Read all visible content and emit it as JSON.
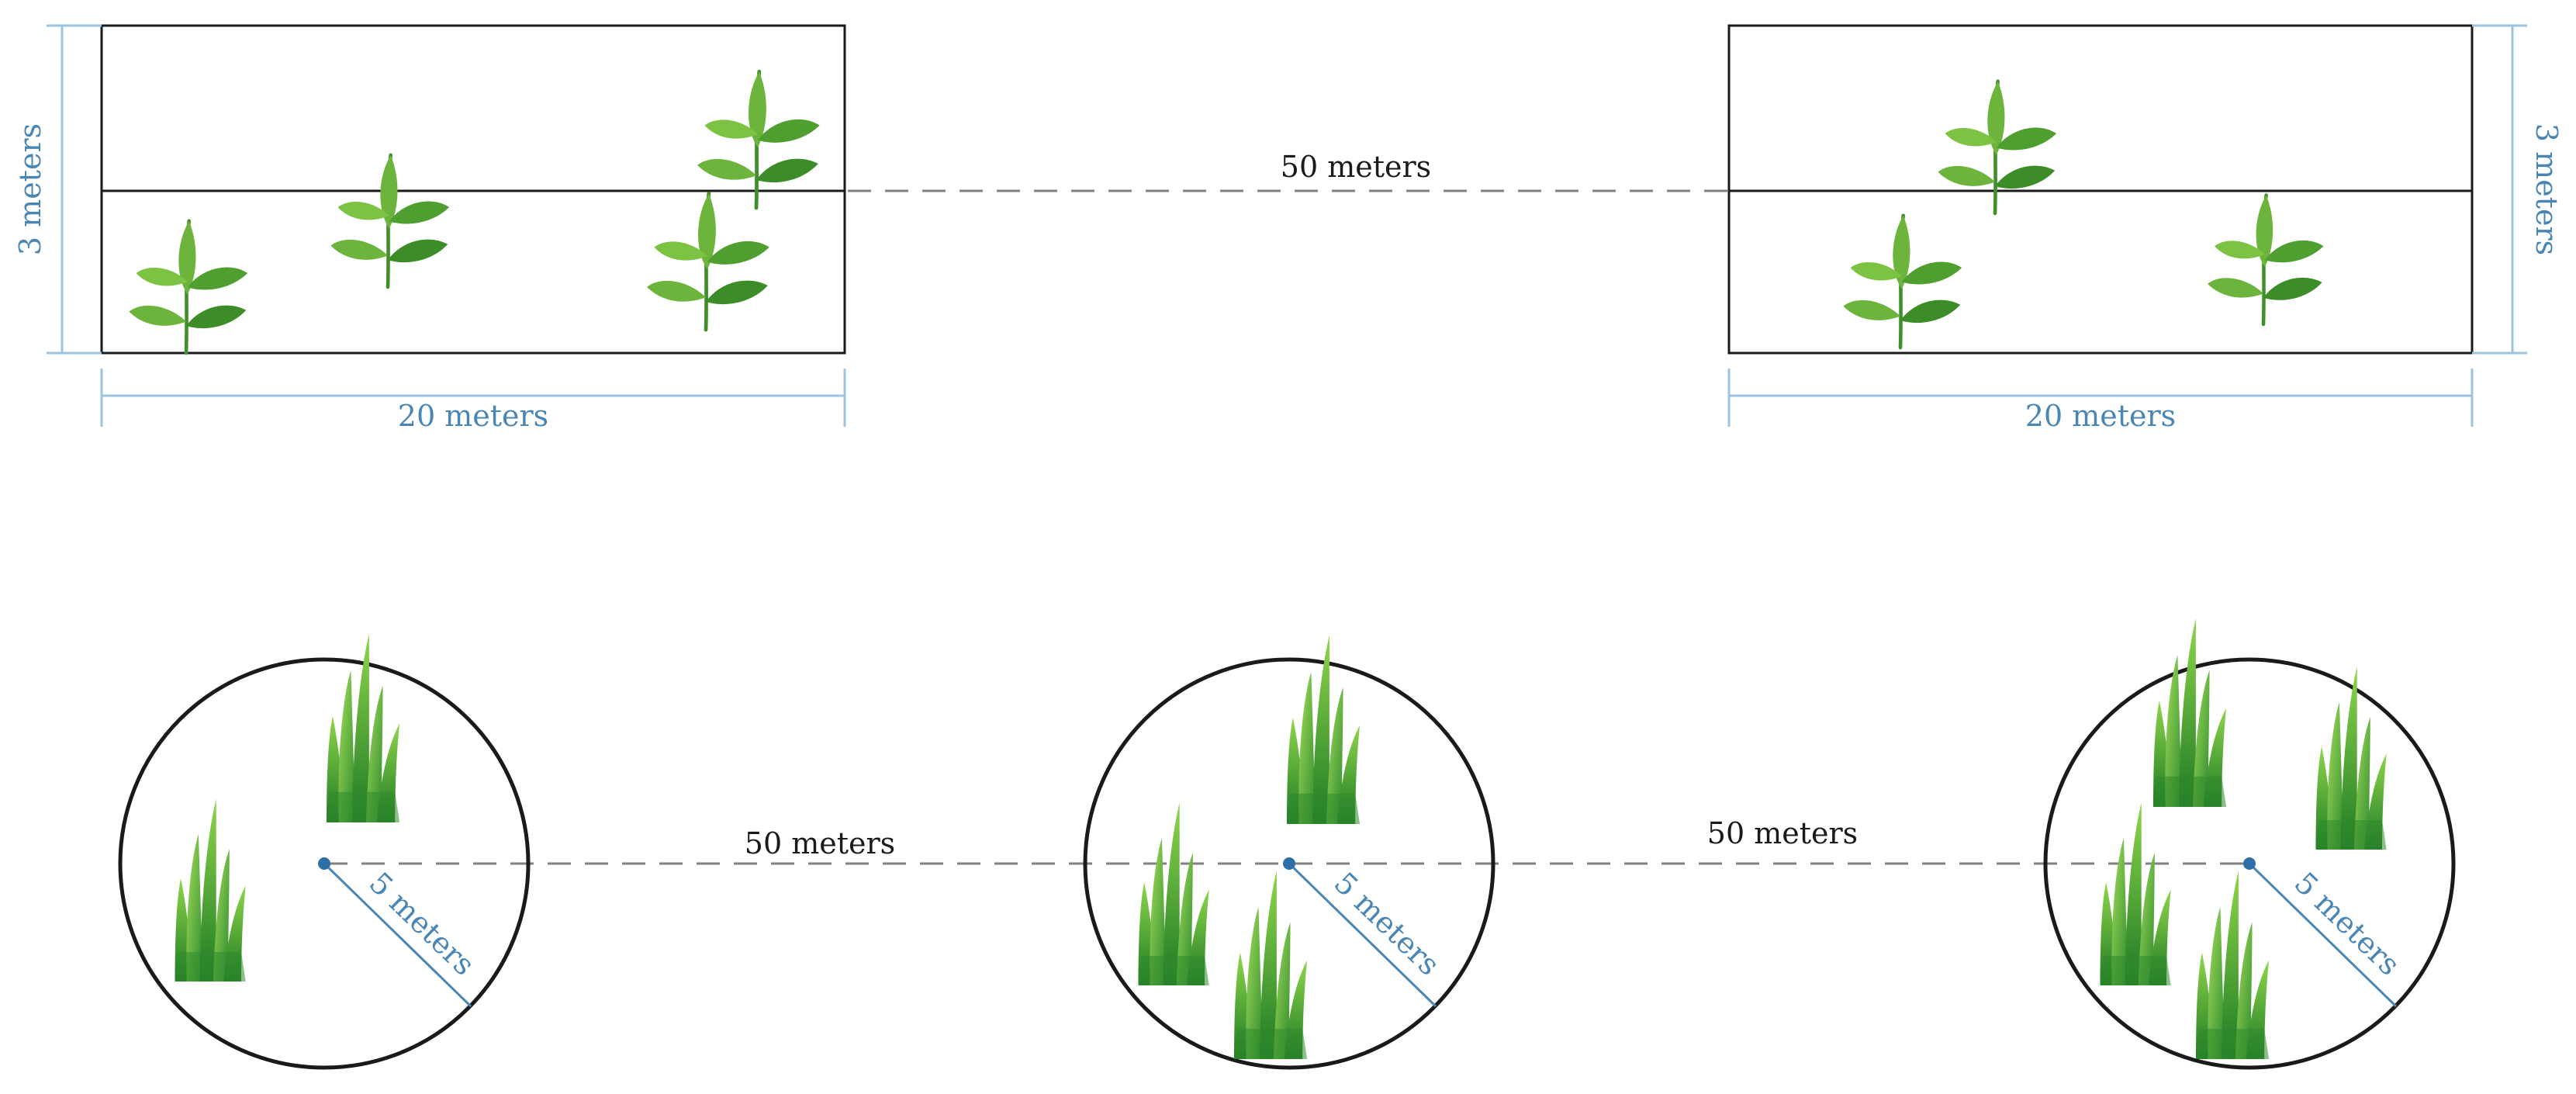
{
  "colors": {
    "dimension": "#4a86b4",
    "dimension_line": "#9cc3e2",
    "outline": "#1a1a1a",
    "dash": "#808080",
    "leaf_light": "#7cc243",
    "leaf_dark": "#3c8c27",
    "grass_light": "#8ed64a",
    "grass_dark": "#1f7a26"
  },
  "icons": {
    "transect_plant": "seedling-icon",
    "plot_plant": "grass-tuft-icon"
  },
  "transects": {
    "spacing_label": "50 meters",
    "items": [
      {
        "width_label": "20 meters",
        "height_label": "3 meters",
        "plant_count": 4
      },
      {
        "width_label": "20 meters",
        "height_label": "3 meters",
        "plant_count": 3
      }
    ]
  },
  "plots": {
    "items": [
      {
        "radius_label": "5 meters",
        "plant_count": 2
      },
      {
        "radius_label": "5 meters",
        "plant_count": 3
      },
      {
        "radius_label": "5 meters",
        "plant_count": 4
      }
    ],
    "spacings": [
      {
        "label": "50 meters"
      },
      {
        "label": "50 meters"
      }
    ]
  }
}
